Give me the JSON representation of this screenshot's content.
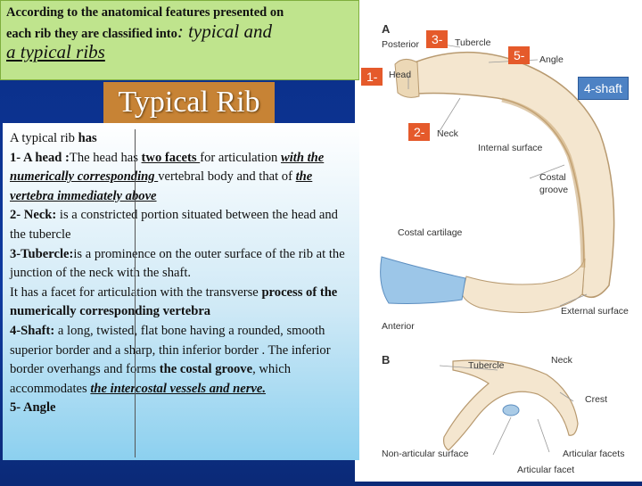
{
  "intro": {
    "line1": "According to the anatomical features presented on",
    "line2_small": "each rib they are classified into",
    "line2_big": ": typical and",
    "line3_big": " a typical ribs"
  },
  "title": "Typical Rib",
  "body": {
    "p1_a": "A typical rib ",
    "p1_b": "has",
    "p2_a": "1- A head :",
    "p2_b": "The head has ",
    "p2_c": "two facets ",
    "p2_d": "for articulation ",
    "p2_e": "with the numerically corresponding ",
    "p2_f": "vertebral body and that of ",
    "p2_g": "the vertebra immediately above",
    "p3_a": "2- Neck:",
    "p3_b": " is a constricted portion situated between the head and the tubercle",
    "p4_a": "3-Tubercle:",
    "p4_b": "is a prominence on the outer surface of the rib at the junction of the neck with the shaft.",
    "p5_a": "It has a facet for articulation with the transverse ",
    "p5_b": "process of the numerically corresponding vertebra",
    "p6_a": "4-Shaft:",
    "p6_b": " a long, twisted, flat bone having a rounded, smooth superior border and a sharp, thin inferior border . The inferior border overhangs and forms ",
    "p6_c": "the costal groove",
    "p6_d": ", which accommodates ",
    "p6_e": "the intercostal vessels and nerve.",
    "p7": "5- Angle"
  },
  "figure": {
    "labels": {
      "A": "A",
      "B": "B",
      "posterior": "Posterior",
      "tubercle_a": "Tubercle",
      "angle": "Angle",
      "head": "Head",
      "neck_a": "Neck",
      "internal": "Internal surface",
      "costal_groove_1": "Costal",
      "costal_groove_2": "groove",
      "costal_cartilage": "Costal cartilage",
      "external": "External surface",
      "anterior": "Anterior",
      "tubercle_b": "Tubercle",
      "neck_b": "Neck",
      "crest": "Crest",
      "nonarticular": "Non-articular surface",
      "articular_facets": "Articular facets",
      "articular_facet": "Articular facet"
    },
    "markers": {
      "m1": "1-",
      "m2": "2-",
      "m3": "3-",
      "m5": "5-",
      "shaft": "4-shaft"
    }
  },
  "colors": {
    "marker": "#e55a2b",
    "shaft_marker": "#4d82c4",
    "title_bg": "#c78335",
    "intro_bg": "#bfe48d"
  }
}
